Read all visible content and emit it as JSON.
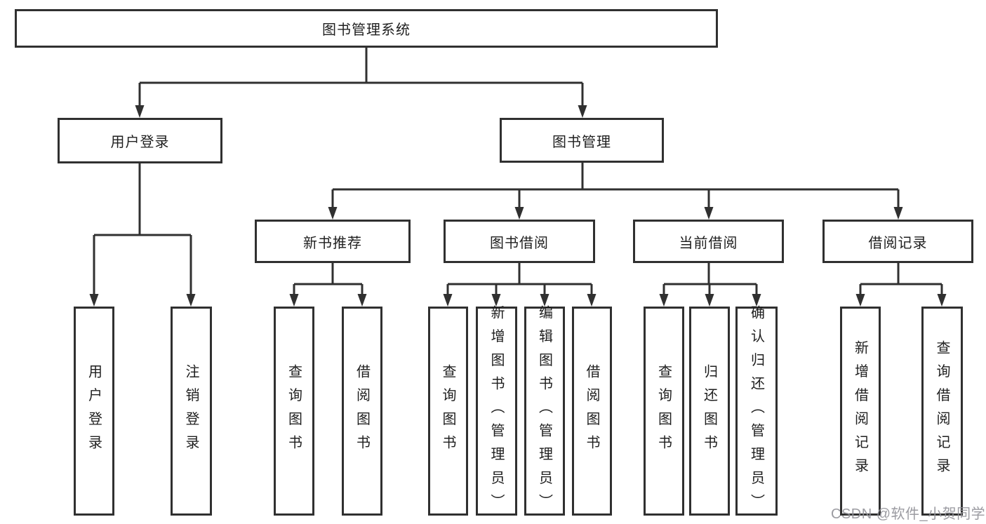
{
  "diagram": {
    "type": "functional-structure-tree",
    "colors": {
      "line": "#303030",
      "text": "#1f1f1f",
      "box_background": "#ffffff",
      "page_background": "#ffffff",
      "watermark": "#929299"
    },
    "tree": {
      "root": {
        "label": "图书管理系统"
      },
      "user_login": {
        "label": "用户登录",
        "leaves": [
          {
            "label": "用户登录"
          },
          {
            "label": "注销登录"
          }
        ]
      },
      "book_management": {
        "label": "图书管理",
        "sections": [
          {
            "label": "新书推荐",
            "leaves": [
              {
                "label": "查询图书"
              },
              {
                "label": "借阅图书"
              }
            ]
          },
          {
            "label": "图书借阅",
            "leaves": [
              {
                "label": "查询图书"
              },
              {
                "label": "新增图书（管理员）"
              },
              {
                "label": "编辑图书（管理员）"
              },
              {
                "label": "借阅图书"
              }
            ]
          },
          {
            "label": "当前借阅",
            "leaves": [
              {
                "label": "查询图书"
              },
              {
                "label": "归还图书"
              },
              {
                "label": "确认归还（管理员）"
              }
            ]
          },
          {
            "label": "借阅记录",
            "leaves": [
              {
                "label": "新增借阅记录"
              },
              {
                "label": "查询借阅记录"
              }
            ]
          }
        ]
      }
    },
    "watermark": {
      "text": "CSDN @软件_小贺同学"
    }
  }
}
